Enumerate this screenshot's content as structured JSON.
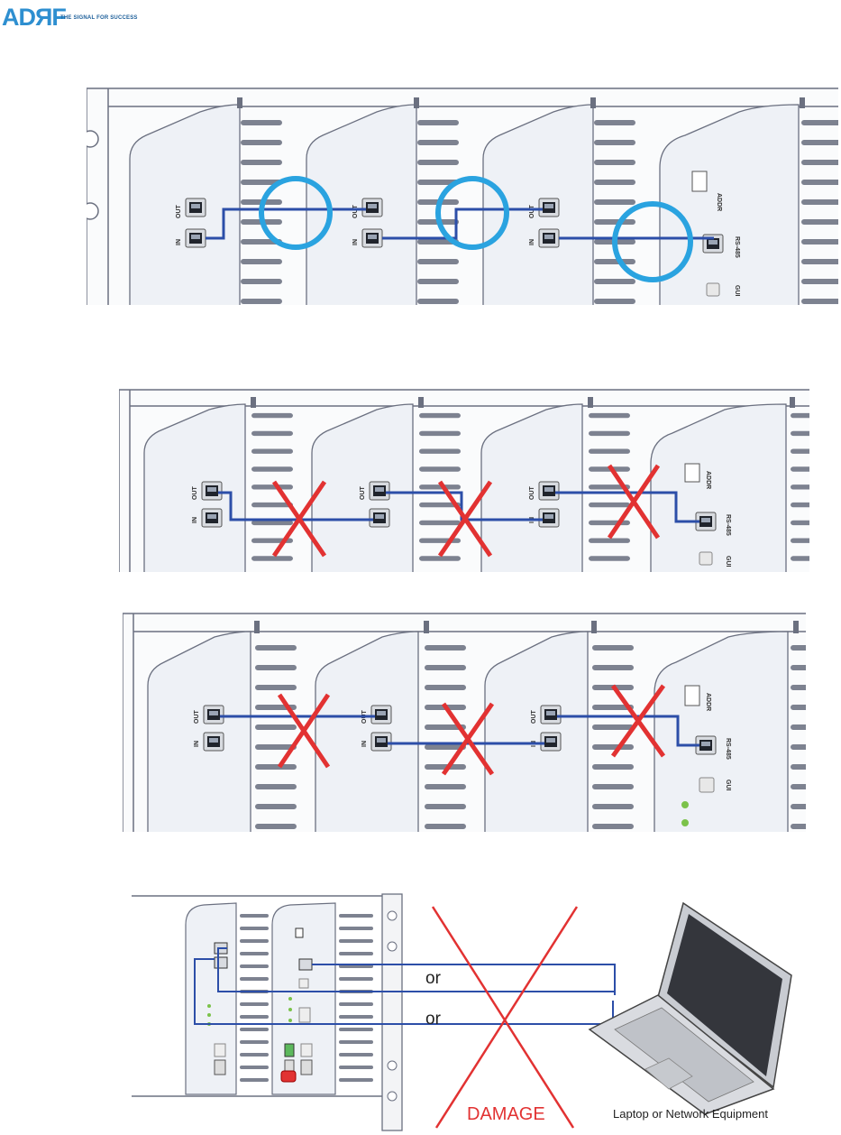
{
  "logo": {
    "brand": "ADЯF",
    "tagline": "THE SIGNAL FOR SUCCESS",
    "brand_color": "#2e8fd0"
  },
  "colors": {
    "cable": "#2c4ea8",
    "circle": "#2aa3e0",
    "cross": "#e23232",
    "panel_line": "#6b7080",
    "module_fill": "#eef1f6"
  },
  "ports": {
    "out": "OUT",
    "in": "IN",
    "addr": "ADDR",
    "rs485": "RS-485",
    "gui": "GUI"
  },
  "bottom": {
    "or_1": "or",
    "or_2": "or",
    "damage": "DAMAGE",
    "laptop": "Laptop or Network Equipment"
  }
}
